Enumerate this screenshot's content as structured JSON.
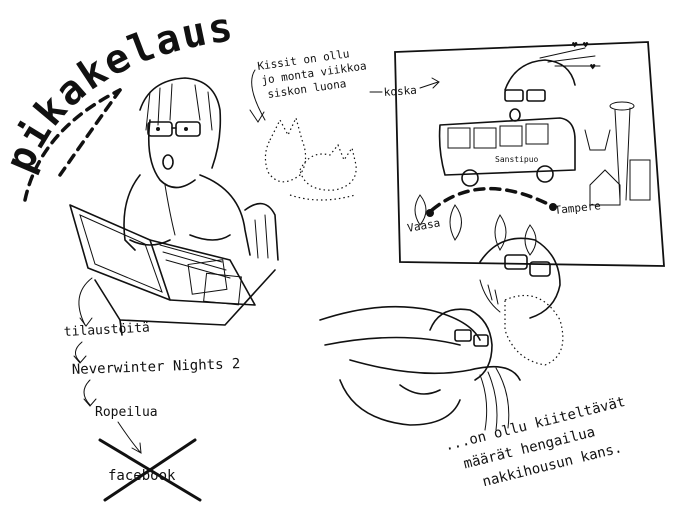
{
  "title": "pikakelaus...",
  "notes": {
    "cats_line1": "Kissit on ollu",
    "cats_line2": "jo monta viikkoa",
    "cats_line3": "siskon luona",
    "because": "koska"
  },
  "bus_sign": "Sanstipuo",
  "places": {
    "from": "Vaasa",
    "to": "Tampere"
  },
  "list": {
    "item1": "tilaustöitä",
    "item2": "Neverwinter Nights 2",
    "item3": "Ropeilua",
    "item4": "facebook"
  },
  "caption": {
    "line1": "...on ollu kiiteltävät",
    "line2": "määrät hengailua",
    "line3": "nakkihousun kans."
  },
  "colors": {
    "ink": "#111111",
    "paper": "#ffffff"
  }
}
